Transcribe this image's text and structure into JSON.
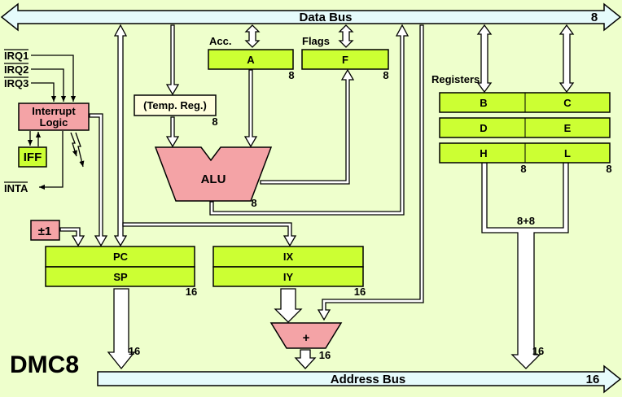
{
  "title": "DMC8",
  "buses": {
    "data_bus": {
      "label": "Data Bus",
      "width": "8"
    },
    "address_bus": {
      "label": "Address Bus",
      "width": "16"
    }
  },
  "registers": {
    "acc_caption": "Acc.",
    "flags_caption": "Flags",
    "a": "A",
    "f": "F",
    "registers_caption": "Registers",
    "b": "B",
    "c": "C",
    "d": "D",
    "e": "E",
    "h": "H",
    "l": "L",
    "temp": "(Temp. Reg.)",
    "pc": "PC",
    "sp": "SP",
    "ix": "IX",
    "iy": "IY"
  },
  "blocks": {
    "interrupt_logic_line1": "Interrupt",
    "interrupt_logic_line2": "Logic",
    "iff": "IFF",
    "alu": "ALU",
    "incdec": "±1",
    "adder": "+"
  },
  "signals": {
    "irq1": "IRQ1",
    "irq2": "IRQ2",
    "irq3": "IRQ3",
    "inta": "INTA"
  },
  "widths": {
    "a": "8",
    "f": "8",
    "temp": "8",
    "alu": "8",
    "reg_hl_h": "8",
    "reg_hl_l": "8",
    "hl_pair": "8+8",
    "pc_sp": "16",
    "ix_iy": "16",
    "adder": "16",
    "to_addr_left": "16",
    "to_addr_right": "16"
  }
}
